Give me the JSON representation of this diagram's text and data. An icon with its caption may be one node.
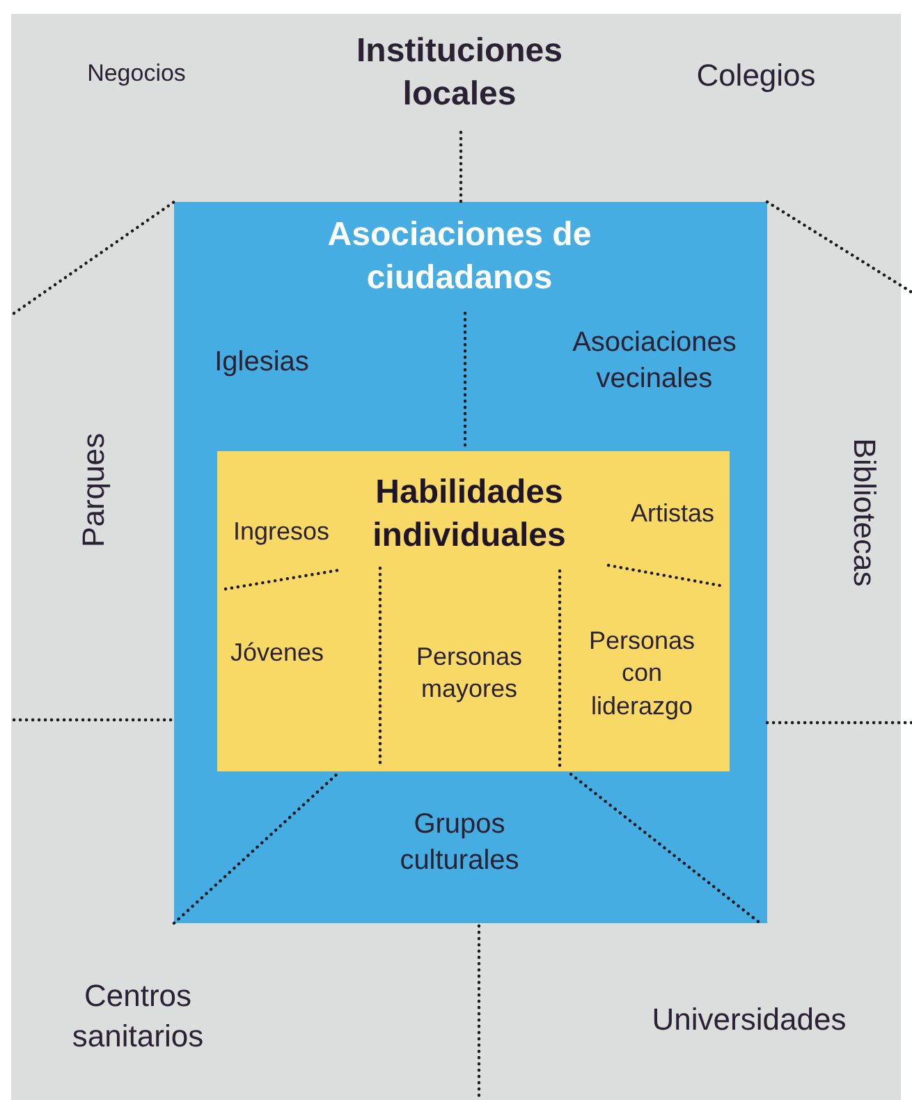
{
  "diagram": {
    "nodes": [
      {
        "text": [
          "Negocios",
          "Instituciones locales",
          "Colegios",
          "Parques",
          "Bibliotecas",
          "Centros sanitarios",
          "Universidades"
        ]
      },
      {
        "text": [
          "Asociaciones de ciudadanos",
          "Iglesias",
          "Asociaciones vecinales",
          "Grupos culturales"
        ],
        "in": 0
      },
      {
        "text": [
          "Ingresos",
          "Habilidades individuales",
          "Artistas",
          "Jóvenes",
          "Personas mayores",
          "Personas con liderazgo"
        ],
        "in": 1
      }
    ]
  }
}
